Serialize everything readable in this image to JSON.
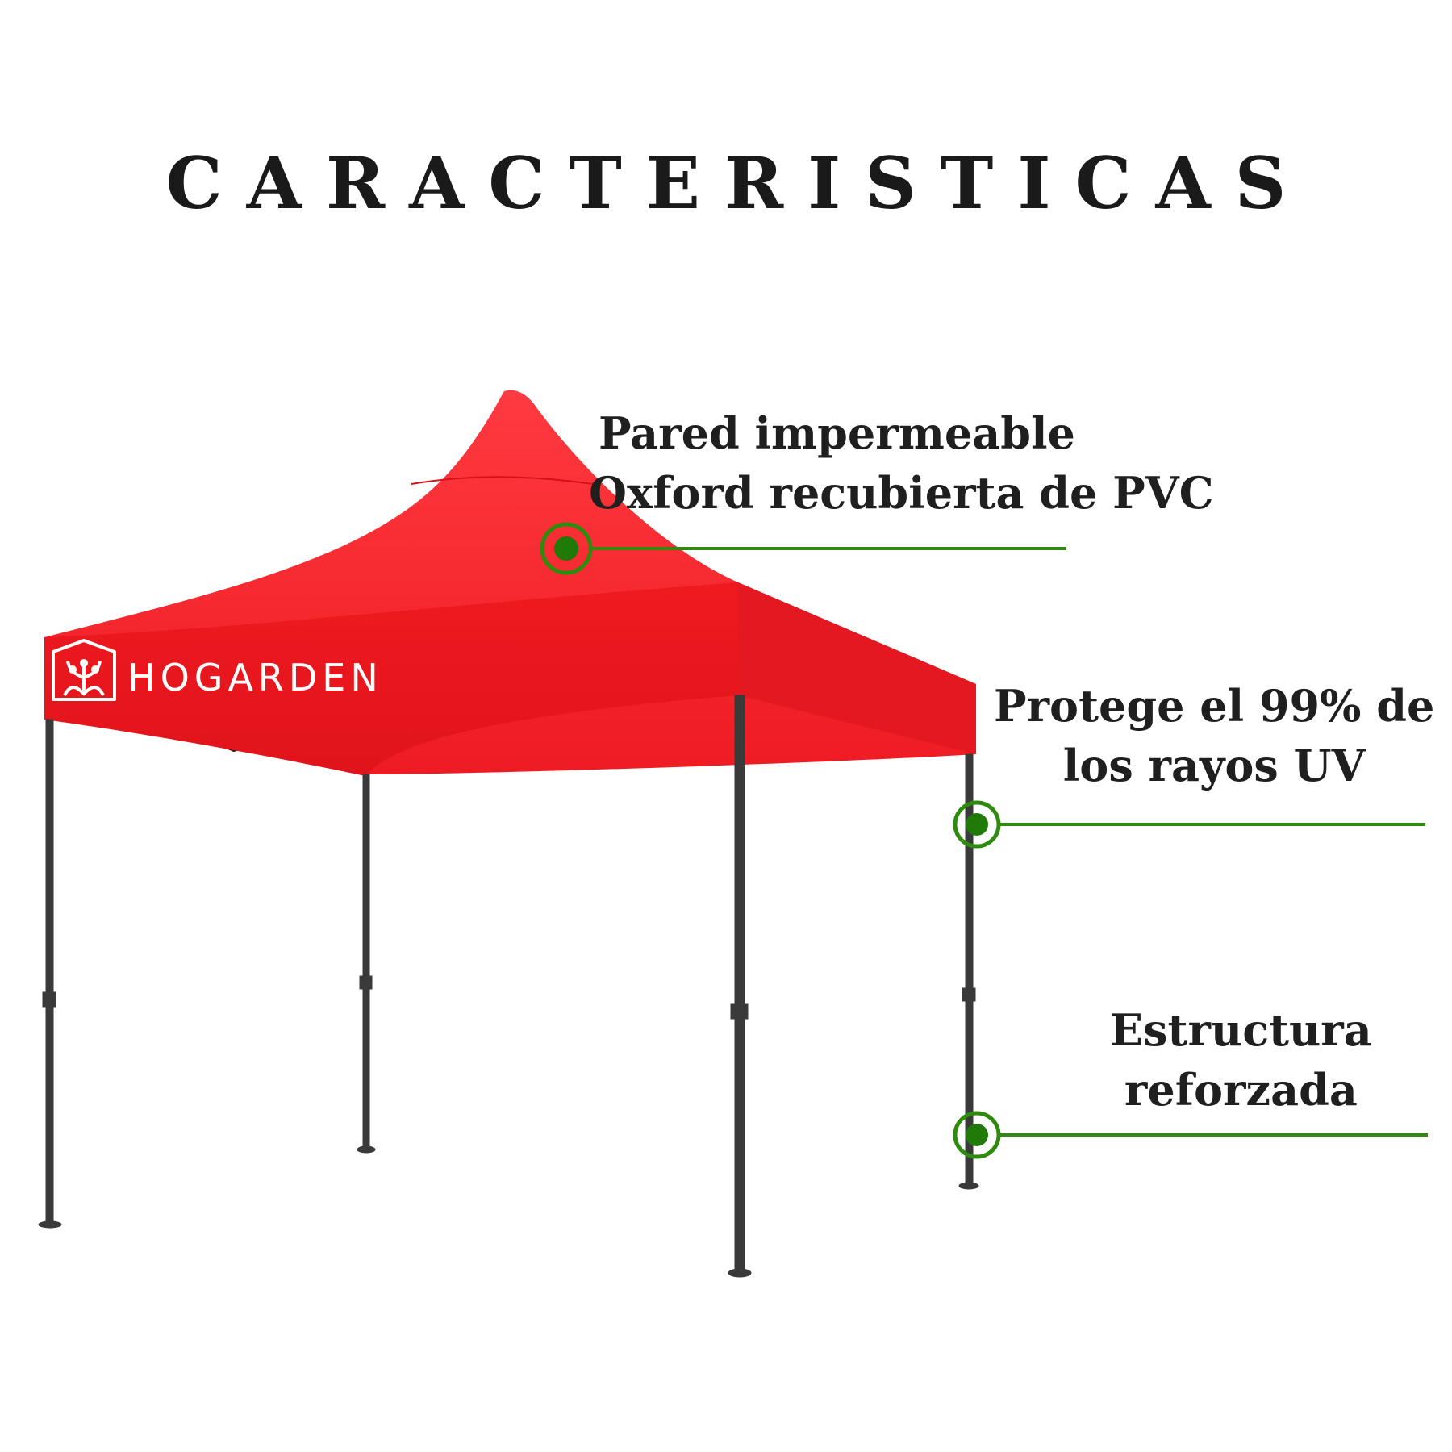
{
  "title": "CARACTERISTICAS",
  "brand": {
    "name": "HOGARDEN",
    "logo_icon": "house-tree-icon"
  },
  "features": [
    {
      "line1": "Pared impermeable",
      "line2": "Oxford recubierta de PVC"
    },
    {
      "line1": "Protege el 99% de",
      "line2": "los rayos UV"
    },
    {
      "line1": "Estructura",
      "line2": "reforzada"
    }
  ],
  "colors": {
    "canopy_red": "#f01c22",
    "canopy_shade": "#c8101a",
    "frame": "#3a3a3a",
    "accent_green": "#2e8b0e",
    "marker_fill": "#1f7a07",
    "text": "#1f1f1f"
  }
}
